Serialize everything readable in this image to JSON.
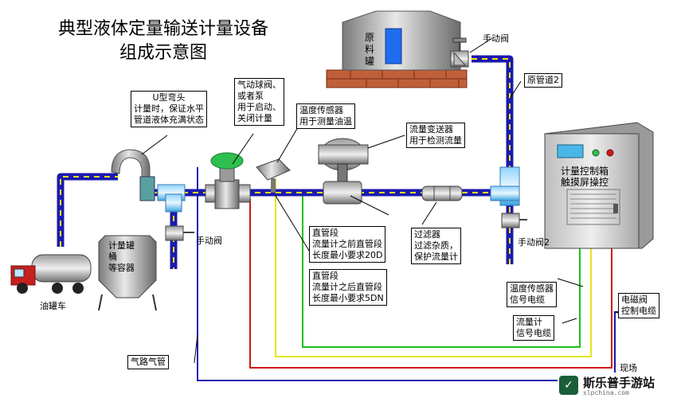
{
  "title": {
    "line1": "典型液体定量输送计量设备",
    "line2": "组成示意图"
  },
  "tank_label": [
    "原",
    "料",
    "罐"
  ],
  "labels": {
    "manual_valve_top": "手动阀",
    "original_pipe2": "原管道2",
    "u_bend": [
      "U型弯头",
      "计量时，保证水平",
      "管道液体充满状态"
    ],
    "pneumatic_valve": [
      "气动球阀、",
      "或者泵",
      "用于启动、",
      "关闭计量"
    ],
    "temp_sensor": [
      "温度传感器",
      "用于测量油温"
    ],
    "flow_transmitter": [
      "流量变送器",
      "用于检测流量"
    ],
    "controller": [
      "计量控制箱",
      "触摸屏操控"
    ],
    "manual_valve_left": "手动阀",
    "manual_valve_right": "手动阀2",
    "metering_tank": [
      "计量罐",
      "桶",
      "等容器"
    ],
    "tanker_truck": "油罐车",
    "straight_before": [
      "直管段",
      "流量计之前直管段",
      "长度最小要求20D"
    ],
    "straight_after": [
      "直管段",
      "流量计之后直管段",
      "长度最小要求5DN"
    ],
    "filter": [
      "过滤器",
      "过滤杂质，",
      "保护流量计"
    ],
    "temp_cable": [
      "温度传感器",
      "信号电缆"
    ],
    "flow_cable": [
      "流量计",
      "信号电缆"
    ],
    "solenoid_cable": [
      "电磁阀",
      "控制电缆"
    ],
    "air_pipe": "气路气管",
    "bottom_partial": "现场"
  },
  "watermark": {
    "name": "斯乐普手游站",
    "url": "slpchina.com"
  },
  "colors": {
    "pipe": "#1a1ab0",
    "pipe_dash": "#ffe600",
    "cable_green": "#19c319",
    "cable_yellow": "#e6e619",
    "cable_red": "#d01818",
    "cable_blue": "#1a1ab0",
    "brick": "#c0603a",
    "valve_green": "#2fbf4f"
  }
}
